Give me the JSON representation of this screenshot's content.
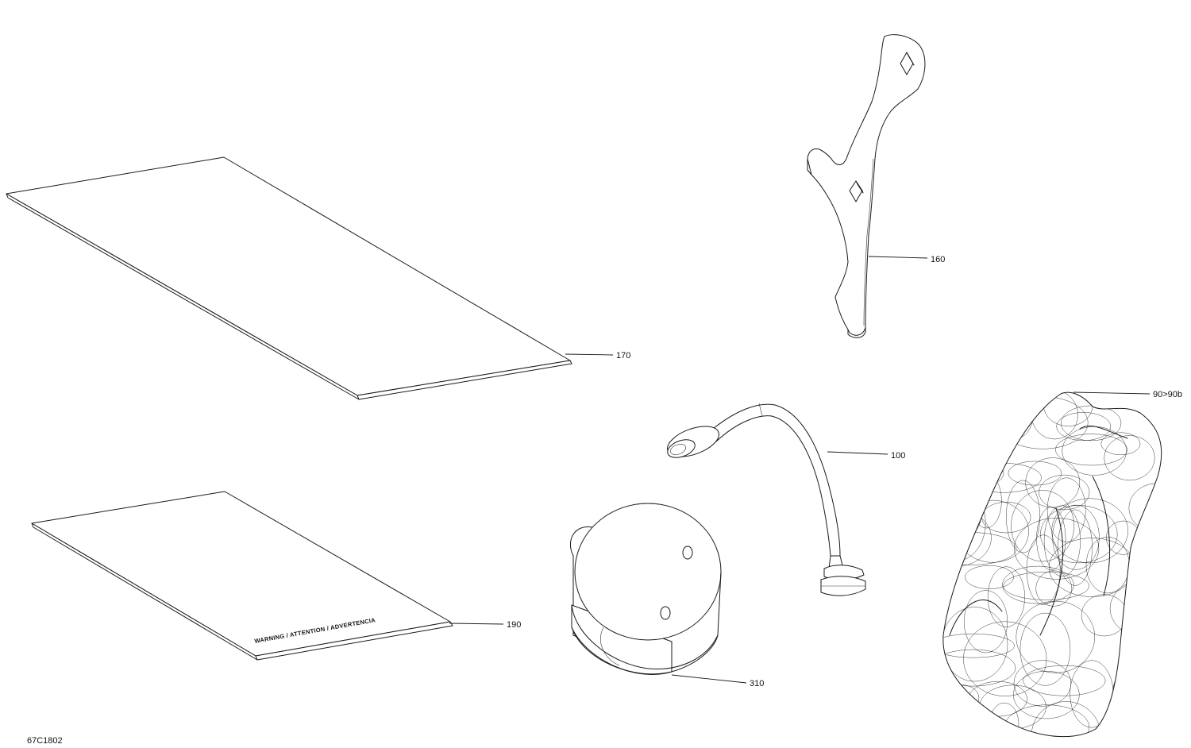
{
  "callouts": {
    "sheet_170": "170",
    "sheet_190": "190",
    "wrench_160": "160",
    "lamp_100": "100",
    "puck_310": "310",
    "bag_90": "90>90b"
  },
  "sheet_190_print": "WARNING / ATTENTION / ADVERTENCIA",
  "drawing_id": "67C1802",
  "colors": {
    "line": "#1a1a1a",
    "background": "#ffffff"
  }
}
